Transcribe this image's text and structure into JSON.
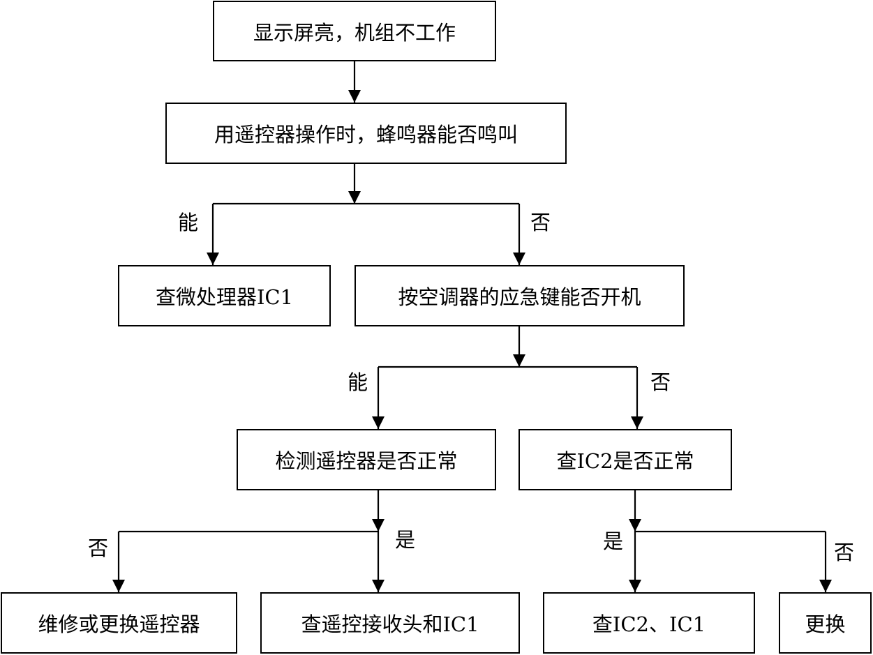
{
  "nodes": {
    "start": "显示屏亮，机组不工作",
    "remote_beep": "用遥控器操作时，蜂鸣器能否鸣叫",
    "check_mcu": "查微处理器IC1",
    "emergency_key": "按空调器的应急键能否开机",
    "check_remote": "检测遥控器是否正常",
    "check_ic2": "查IC2是否正常",
    "repair_remote": "维修或更换遥控器",
    "check_receiver": "查遥控接收头和IC1",
    "check_ic2_ic1": "查IC2、IC1",
    "replace": "更换"
  },
  "labels": {
    "beep_yes": "能",
    "beep_no": "否",
    "emergency_yes": "能",
    "emergency_no": "否",
    "remote_no": "否",
    "remote_yes": "是",
    "ic2_yes": "是",
    "ic2_no": "否"
  },
  "style": {
    "line_color": "#000000",
    "box_border": "#000000",
    "background": "#ffffff"
  }
}
